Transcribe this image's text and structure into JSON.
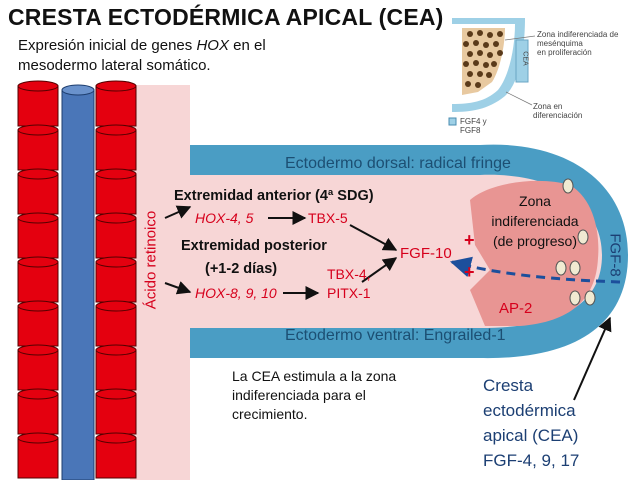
{
  "title": "CRESTA ECTODÉRMICA APICAL (CEA)",
  "intro": {
    "part1": "Expresión inicial de genes ",
    "hox": "HOX",
    "part2": " en el mesodermo lateral somático."
  },
  "dorsal_label": "Ectodermo dorsal: radical fringe",
  "ventral_label": "Ectodermo ventral: Engrailed-1",
  "retinoic_acid": "Ácido retinoico",
  "forelimb": {
    "title": "Extremidad anterior (4ª SDG)",
    "genes": "HOX-4, 5",
    "target": "TBX-5"
  },
  "hindlimb": {
    "title_line1": "Extremidad posterior",
    "title_line2": "(+1-2 días)",
    "genes": "HOX-8, 9, 10",
    "target_line1": "TBX-4,",
    "target_line2": "PITX-1"
  },
  "fgf10": "FGF-10",
  "fgf8": "FGF-8",
  "plus": "+",
  "undiff_zone": {
    "line1": "Zona",
    "line2": "indiferenciada",
    "line3": "(de progreso)"
  },
  "ap2": "AP-2",
  "note": "La CEA estimula a la zona indiferenciada para el crecimiento.",
  "cea": {
    "line1": "Cresta",
    "line2": "ectodérmica",
    "line3": "apical (CEA)",
    "line4": "FGF-4, 9, 17"
  },
  "inset": {
    "label_undiff": [
      "Zona indiferenciada de",
      "mesénquima",
      "en proliferación"
    ],
    "label_cea": "CEA",
    "label_diff": [
      "Zona en",
      "diferenciación"
    ],
    "legend": [
      "FGF4 y",
      "FGF8"
    ]
  },
  "colors": {
    "ectoderm_blue": "#4a9dc4",
    "mesoderm_pink": "#f7d6d6",
    "zone_red": "#e89593",
    "somite_red": "#e4000f",
    "neural_tube_blue": "#4a76b8",
    "arrow_red": "#d6001c",
    "dashed_blue": "#1c4f9c"
  }
}
